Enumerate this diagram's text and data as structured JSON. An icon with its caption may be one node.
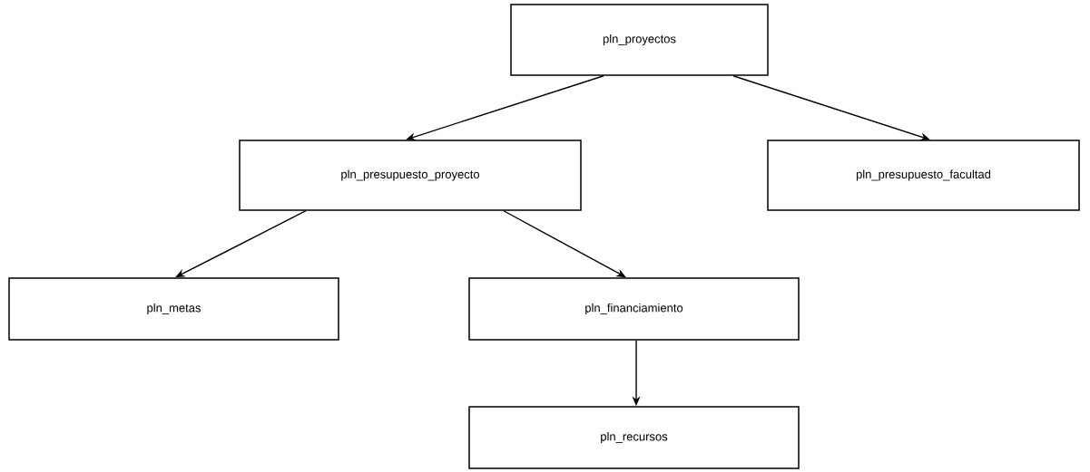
{
  "diagram": {
    "nodes": [
      {
        "text": [
          "pln_proyectos"
        ]
      },
      {
        "text": [
          "pln_presupuesto_proyecto"
        ]
      },
      {
        "text": [
          "pln_presupuesto_facultad"
        ]
      },
      {
        "text": [
          "pln_metas"
        ]
      },
      {
        "text": [
          "pln_financiamiento"
        ]
      },
      {
        "text": [
          "pln_recursos"
        ]
      }
    ],
    "edges": [
      {
        "from": 0,
        "to": 1,
        "arrow": "to"
      },
      {
        "from": 0,
        "to": 2,
        "arrow": "to"
      },
      {
        "from": 1,
        "to": 3,
        "arrow": "to"
      },
      {
        "from": 1,
        "to": 4,
        "arrow": "to"
      },
      {
        "from": 4,
        "to": 5,
        "arrow": "to"
      }
    ]
  }
}
